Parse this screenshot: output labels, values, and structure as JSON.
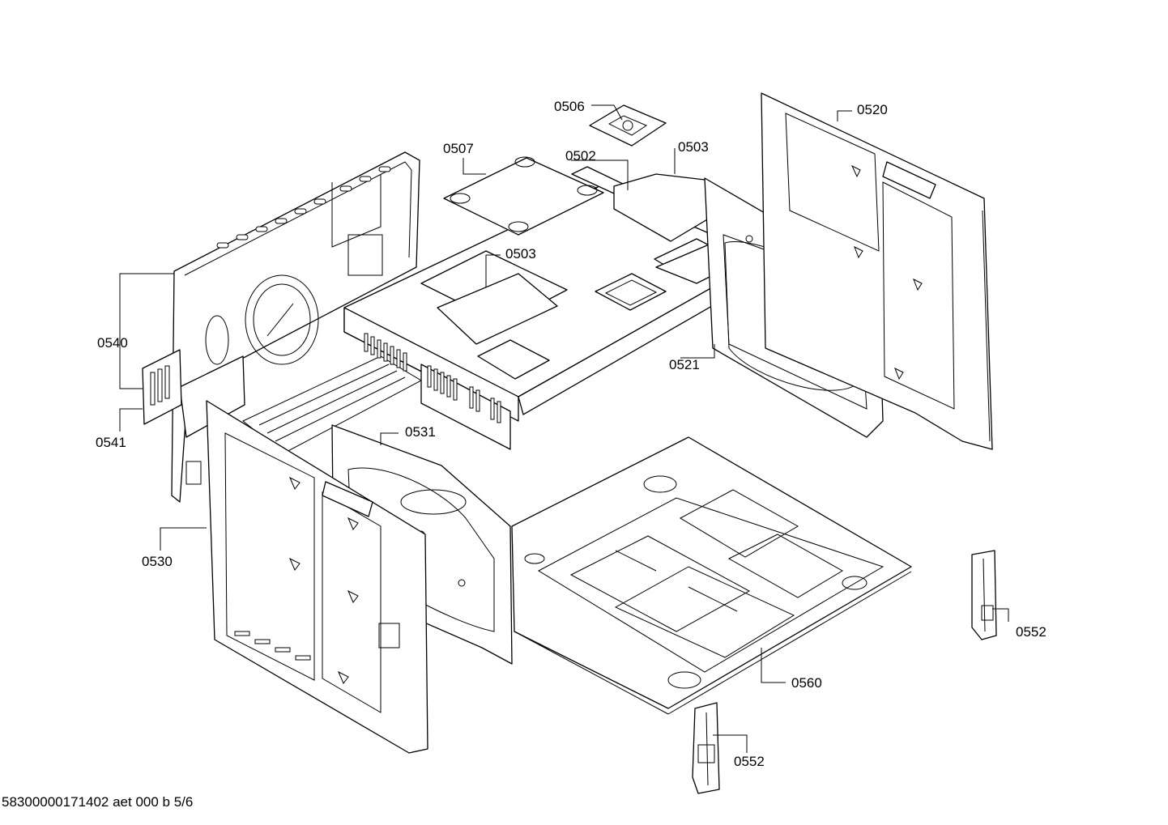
{
  "callouts": {
    "c0506": "0506",
    "c0507": "0507",
    "c0502": "0502",
    "c0503_top": "0503",
    "c0503_mid": "0503",
    "c0520": "0520",
    "c0521": "0521",
    "c0540": "0540",
    "c0541": "0541",
    "c0531": "0531",
    "c0530": "0530",
    "c0552_right": "0552",
    "c0552_bottom": "0552",
    "c0560": "0560"
  },
  "footer": {
    "reference": "58300000171402 aet 000 b 5/6"
  }
}
